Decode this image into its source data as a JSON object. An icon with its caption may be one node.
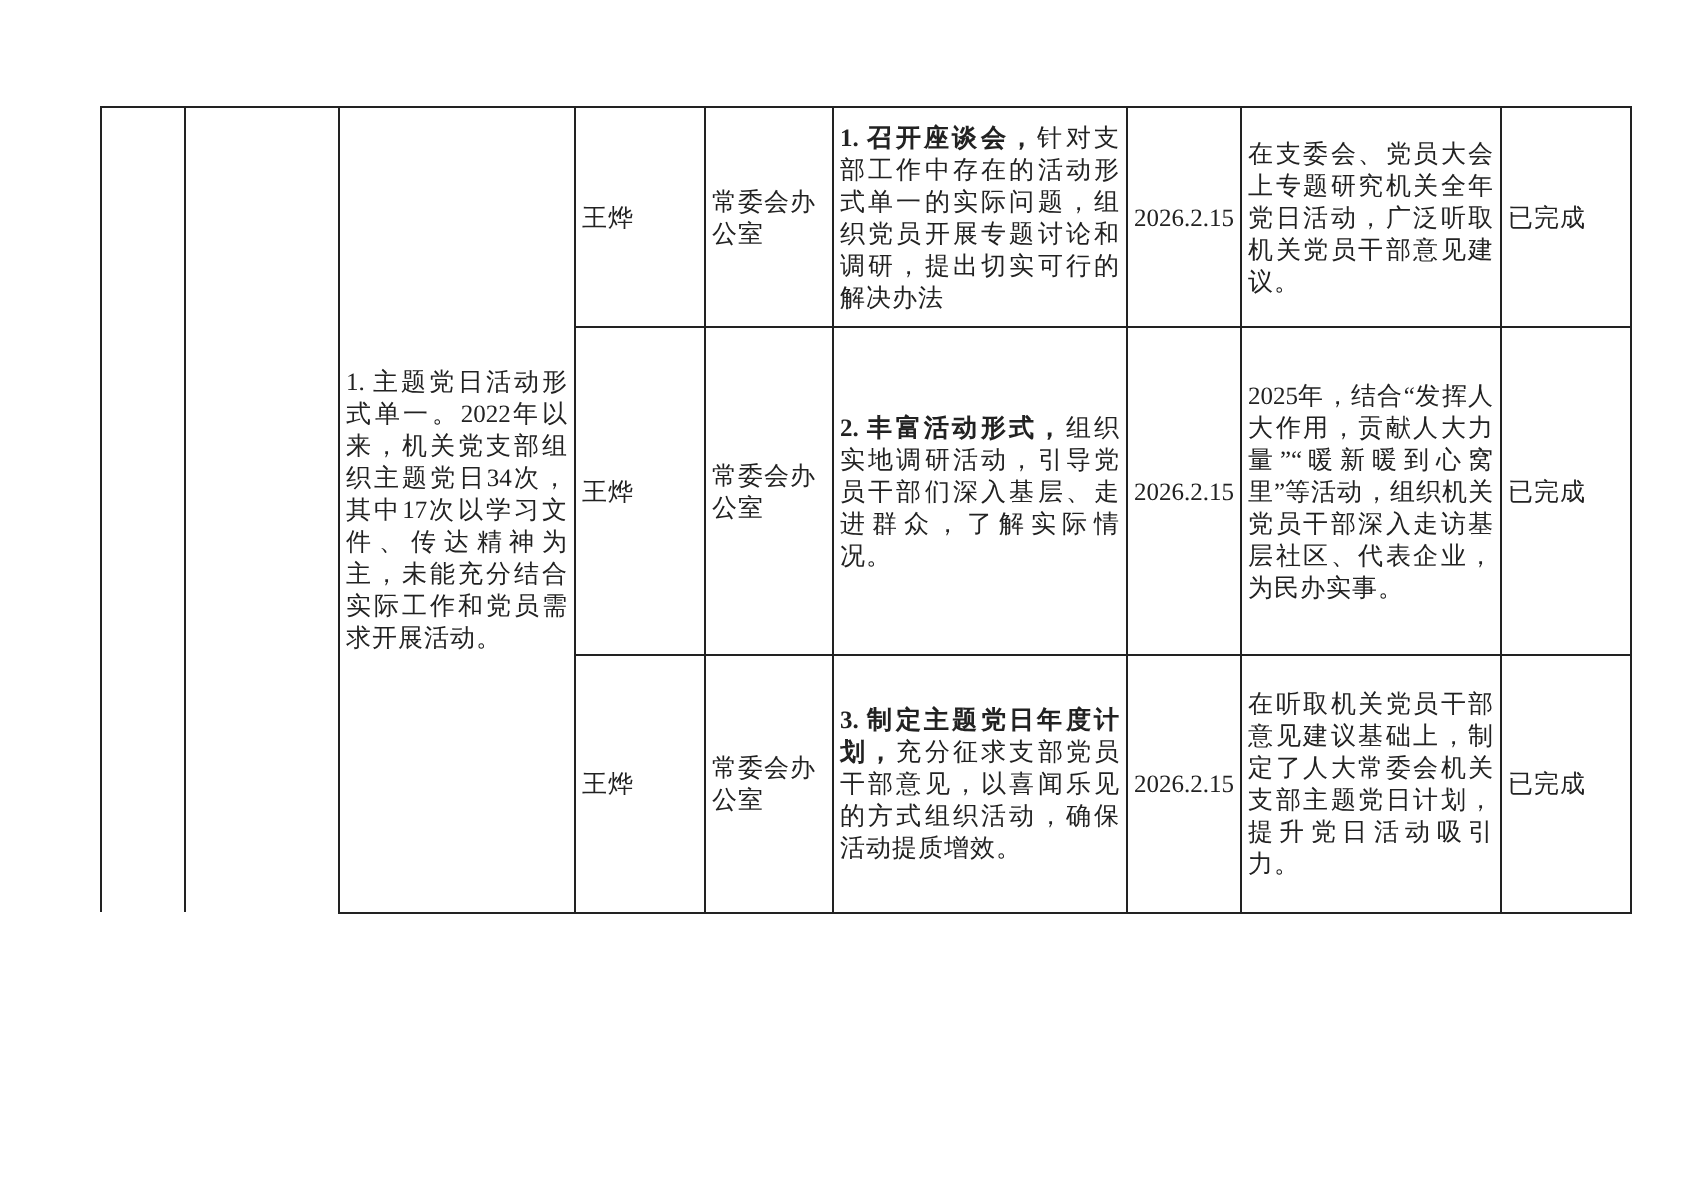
{
  "diagram": {
    "labels": [
      "1. 主题党日活动形式单一。2022年以来，机关党支部组织主题党日34次，其中17次以学习文件、传达精神为主，未能充分结合实际工作和党员需求开展活动。",
      "王烨",
      "常委会办公室",
      "**1. 召开座谈会，**针对支部工作中存在的活动形式单一的实际问题，组织党员开展专题讨论和调研，提出切实可行的解决办法",
      "2026.2.15",
      "在支委会、党员大会上专题研究机关全年党日活动，广泛听取机关党员干部意见建议。",
      "已完成",
      "王烨",
      "常委会办公室",
      "**2. 丰富活动形式，**组织实地调研活动，引导党员干部们深入基层、走进群众，了解实际情况。",
      "2026.2.15",
      "2025年，结合“发挥人大作用，贡献人大力量”“暖新暖到心窝里”等活动，组织机关党员干部深入走访基层社区、代表企业，为民办实事。",
      "已完成",
      "王烨",
      "常委会办公室",
      "**3. 制定主题党日年度计划，**充分征求支部党员干部意见，以喜闻乐见的方式组织活动，确保活动提质增效。",
      "2026.2.15",
      "在听取机关党员干部意见建议基础上，制定了人大常委会机关支部主题党日计划，提升党日活动吸引力。",
      "已完成"
    ]
  }
}
